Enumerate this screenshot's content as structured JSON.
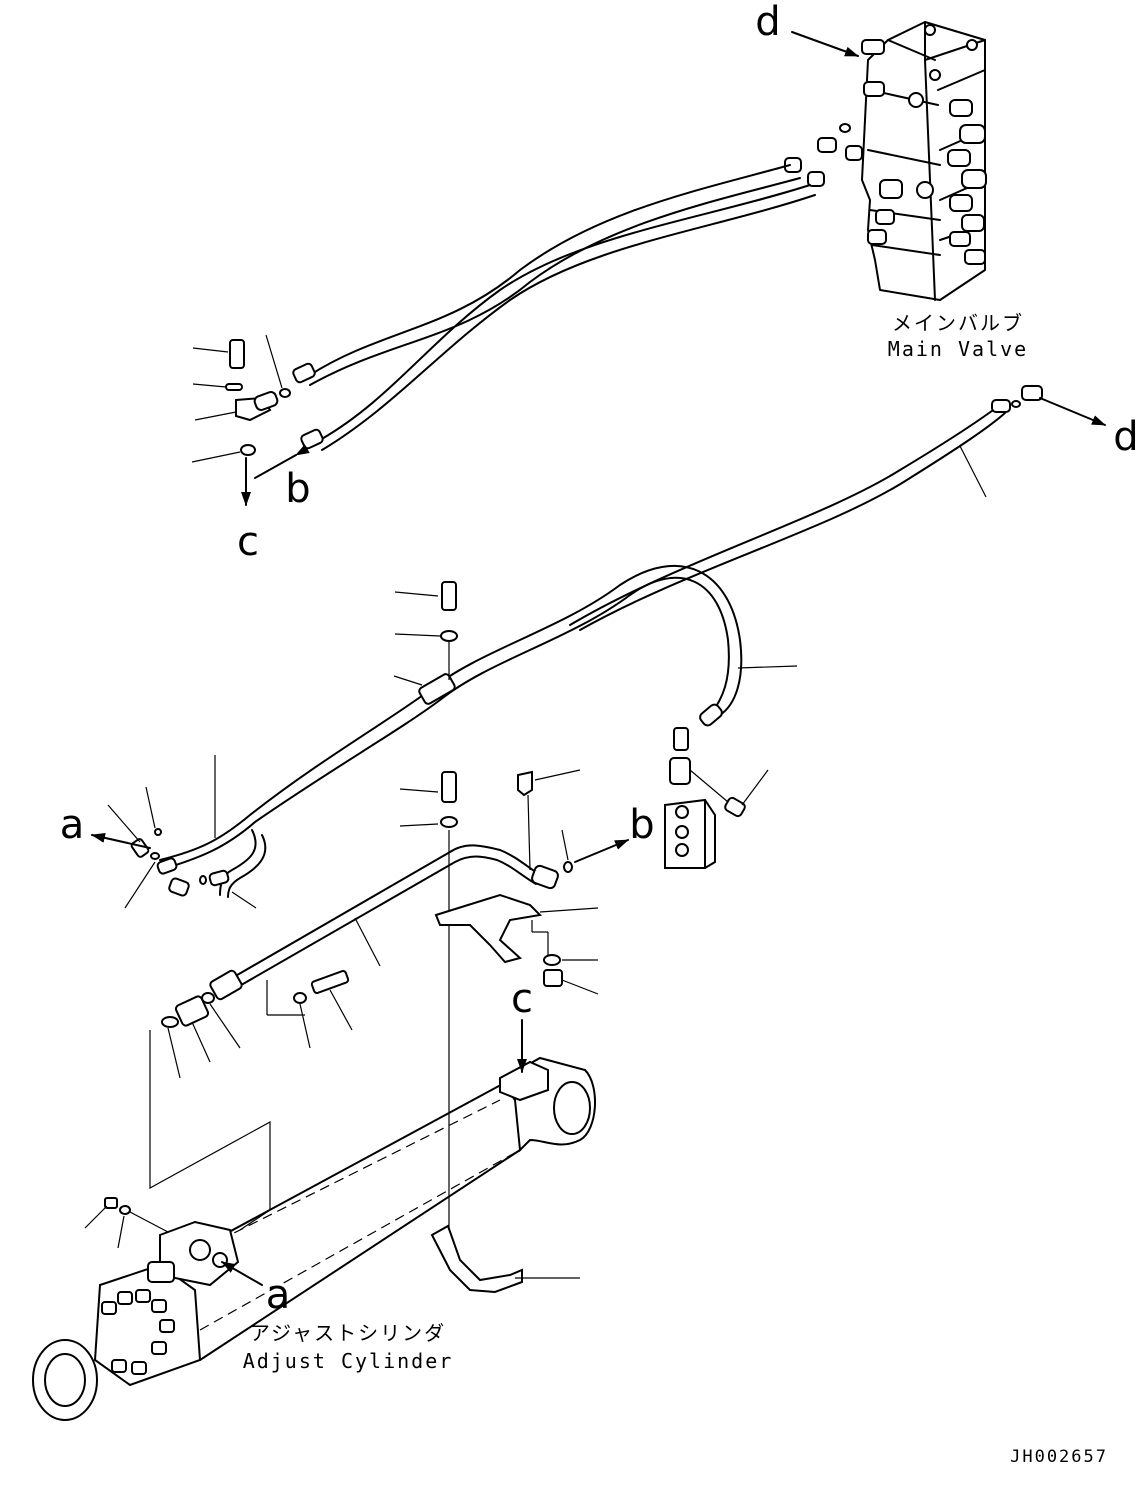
{
  "labels": {
    "main_valve_jp": "メインバルブ",
    "main_valve_en": "Main Valve",
    "adjust_cylinder_jp": "アジャストシリンダ",
    "adjust_cylinder_en": "Adjust Cylinder",
    "drawing_code": "JH002657"
  },
  "connection_markers": {
    "a": "a",
    "b": "b",
    "c": "c",
    "d": "d"
  }
}
